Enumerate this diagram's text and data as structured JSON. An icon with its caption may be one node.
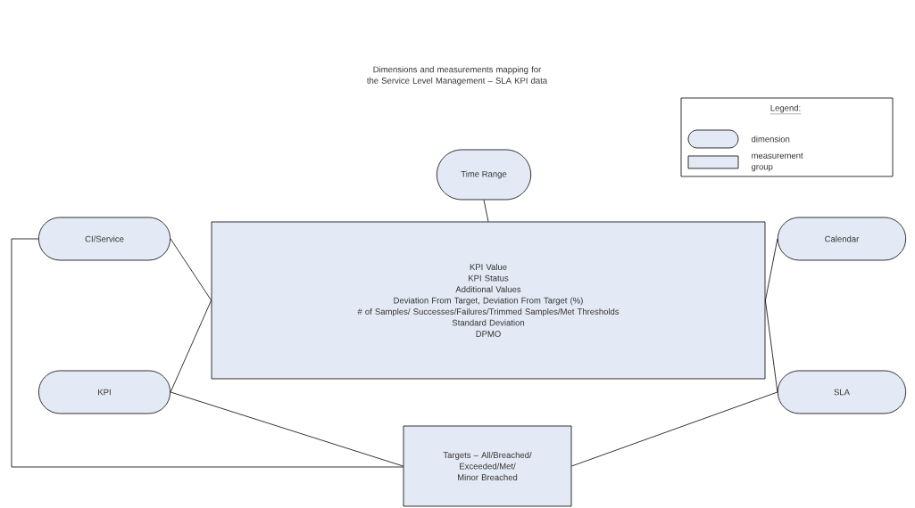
{
  "diagram": {
    "title": "Dimensions and measurements mapping for the Service Level Management – SLA KPI data",
    "nodes": [
      {
        "text": [
          "Time Range"
        ]
      },
      {
        "text": [
          "CI/Service"
        ]
      },
      {
        "text": [
          "Calendar"
        ]
      },
      {
        "text": [
          "KPI Value",
          "KPI Status",
          "Additional Values",
          "Deviation From Target, Deviation From Target (%)",
          "# of Samples/ Successes/Failures/Trimmed Samples/Met Thresholds",
          "Standard Deviation",
          "DPMO"
        ]
      },
      {
        "text": [
          "KPI"
        ]
      },
      {
        "text": [
          "SLA"
        ]
      },
      {
        "text": [
          "Targets – All/Breached/ Exceeded/Met/ Minor Breached"
        ]
      }
    ],
    "edges": [
      {
        "from": 0,
        "to": 3,
        "arrow": "none"
      },
      {
        "from": 1,
        "to": 3,
        "arrow": "none"
      },
      {
        "from": 2,
        "to": 3,
        "arrow": "none"
      },
      {
        "from": 4,
        "to": 3,
        "arrow": "none"
      },
      {
        "from": 5,
        "to": 3,
        "arrow": "none"
      },
      {
        "from": 1,
        "to": 6,
        "arrow": "none"
      },
      {
        "from": 4,
        "to": 6,
        "arrow": "none"
      },
      {
        "from": 5,
        "to": 6,
        "arrow": "none"
      }
    ],
    "labels": [
      "Legend:"
    ],
    "legend": [
      {
        "text": "dimension"
      },
      {
        "text": "measurement group"
      }
    ]
  }
}
